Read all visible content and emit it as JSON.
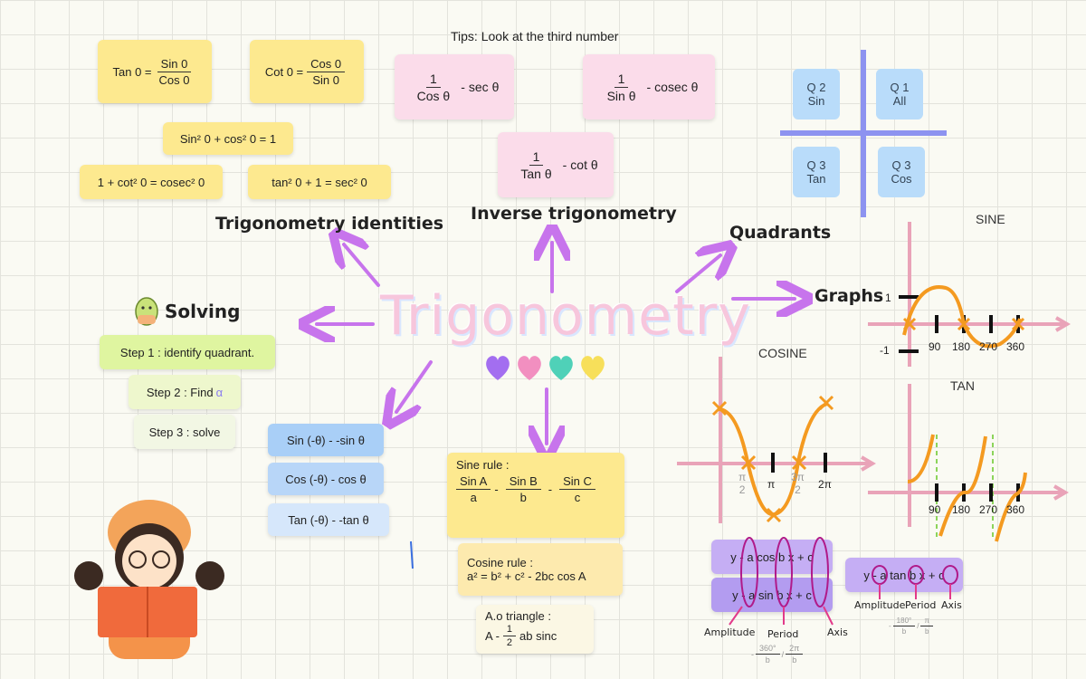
{
  "tips": "Tips: Look at the third number",
  "identities": {
    "tan_lhs": "Tan 0 =",
    "tan_num": "Sin 0",
    "tan_den": "Cos 0",
    "cot_lhs": "Cot 0 =",
    "cot_num": "Cos 0",
    "cot_den": "Sin 0",
    "pyth1": "Sin² 0 + cos² 0 = 1",
    "pyth2": "1 + cot² 0 = cosec² 0",
    "pyth3": "tan² 0 + 1 = sec² 0",
    "title": "Trigonometry identities"
  },
  "inverse": {
    "sec_num": "1",
    "sec_den": "Cos θ",
    "sec_rhs": "sec θ",
    "cosec_num": "1",
    "cosec_den": "Sin θ",
    "cosec_rhs": "cosec θ",
    "cot_num": "1",
    "cot_den": "Tan θ",
    "cot_rhs": "cot θ",
    "eq": "-",
    "title": "Inverse trigonometry"
  },
  "quadrants": {
    "title": "Quadrants",
    "q2": {
      "num": "Q 2",
      "fn": "Sin"
    },
    "q1": {
      "num": "Q 1",
      "fn": "All"
    },
    "q3": {
      "num": "Q 3",
      "fn": "Tan"
    },
    "q4": {
      "num": "Q 3",
      "fn": "Cos"
    }
  },
  "center_title": "Trigonometry",
  "graphs": {
    "title": "Graphs",
    "sine": "SINE",
    "cosine": "COSINE",
    "tan": "TAN",
    "sine_ticks": [
      "90",
      "180",
      "270",
      "360"
    ],
    "sine_y": [
      "1",
      "-1"
    ],
    "cos_ticks": [
      "π",
      "2π"
    ],
    "cos_frac_num": [
      "π",
      "3π"
    ],
    "cos_frac_den": [
      "2",
      "2"
    ],
    "tan_ticks": [
      "90",
      "180",
      "270",
      "360"
    ]
  },
  "solving": {
    "title": "Solving",
    "step1": "Step 1 : identify quadrant.",
    "step2": "Step 2 : Find",
    "step2_symbol": "α",
    "step3": "Step 3 : solve"
  },
  "negatives": {
    "sin": "Sin (-θ) - -sin θ",
    "cos": "Cos (-θ) - cos θ",
    "tan": "Tan (-θ) - -tan θ"
  },
  "rules": {
    "sine_title": "Sine rule :",
    "sineA": "Sin A",
    "a": "a",
    "sineB": "Sin B",
    "b": "b",
    "sineC": "Sin C",
    "c": "c",
    "eq": "-",
    "cos_title": "Cosine rule :",
    "cos_formula": "a² = b² + c² - 2bc cos A",
    "area_title": "A.o triangle :",
    "area_lhs": "A -",
    "area_num": "1",
    "area_den": "2",
    "area_rhs": "ab sinc"
  },
  "equations": {
    "cos_eq": "y - a cos b x + c",
    "sin_eq": "y - a sin b x + c",
    "tan_eq": "y - a tan b x + c",
    "amplitude": "Amplitude",
    "period": "Period",
    "axis": "Axis",
    "period_num1": "360°",
    "period_den1": "b",
    "period_num2": "2π",
    "period_den2": "b",
    "t_period_num1": "180°",
    "t_period_den1": "b",
    "t_period_num2": "π",
    "t_period_den2": "b"
  },
  "colors": {
    "arrow": "#c774ec",
    "axis": "#e9a3b8",
    "curve": "#f49a20",
    "grid": "#e3e3dc",
    "quad": "#8d93f0"
  }
}
